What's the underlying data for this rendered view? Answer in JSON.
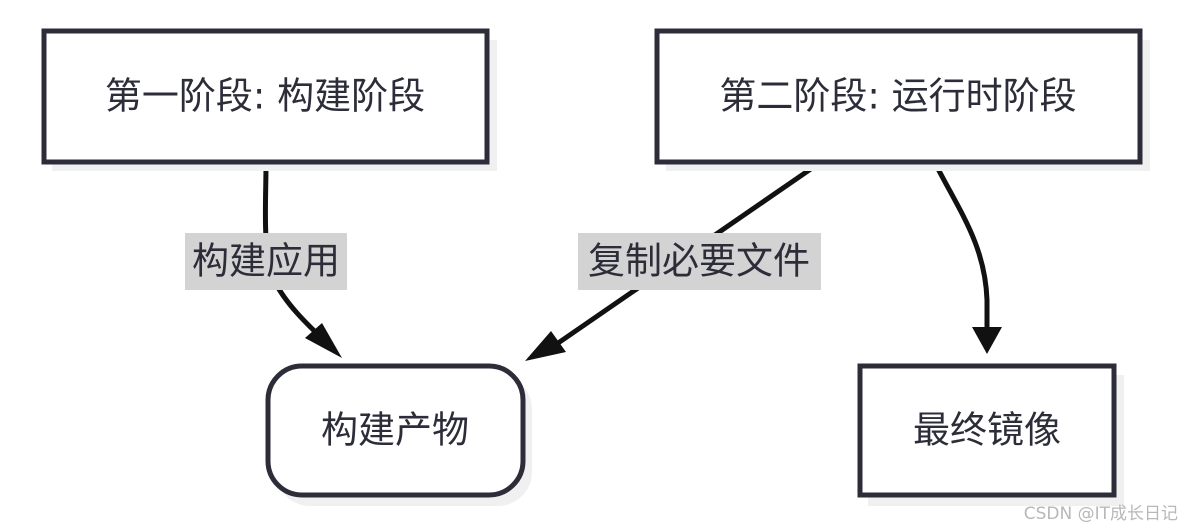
{
  "nodes": {
    "stage1": "第一阶段: 构建阶段",
    "stage2": "第二阶段: 运行时阶段",
    "artifact": "构建产物",
    "final_image": "最终镜像"
  },
  "edges": {
    "build_app": "构建应用",
    "copy_files": "复制必要文件"
  },
  "watermark": "CSDN @IT成长日记",
  "colors": {
    "stroke": "#2d2d3a",
    "edge": "#111111",
    "label_bg": "#d3d3d3",
    "shadow": "#f0f0f0"
  }
}
